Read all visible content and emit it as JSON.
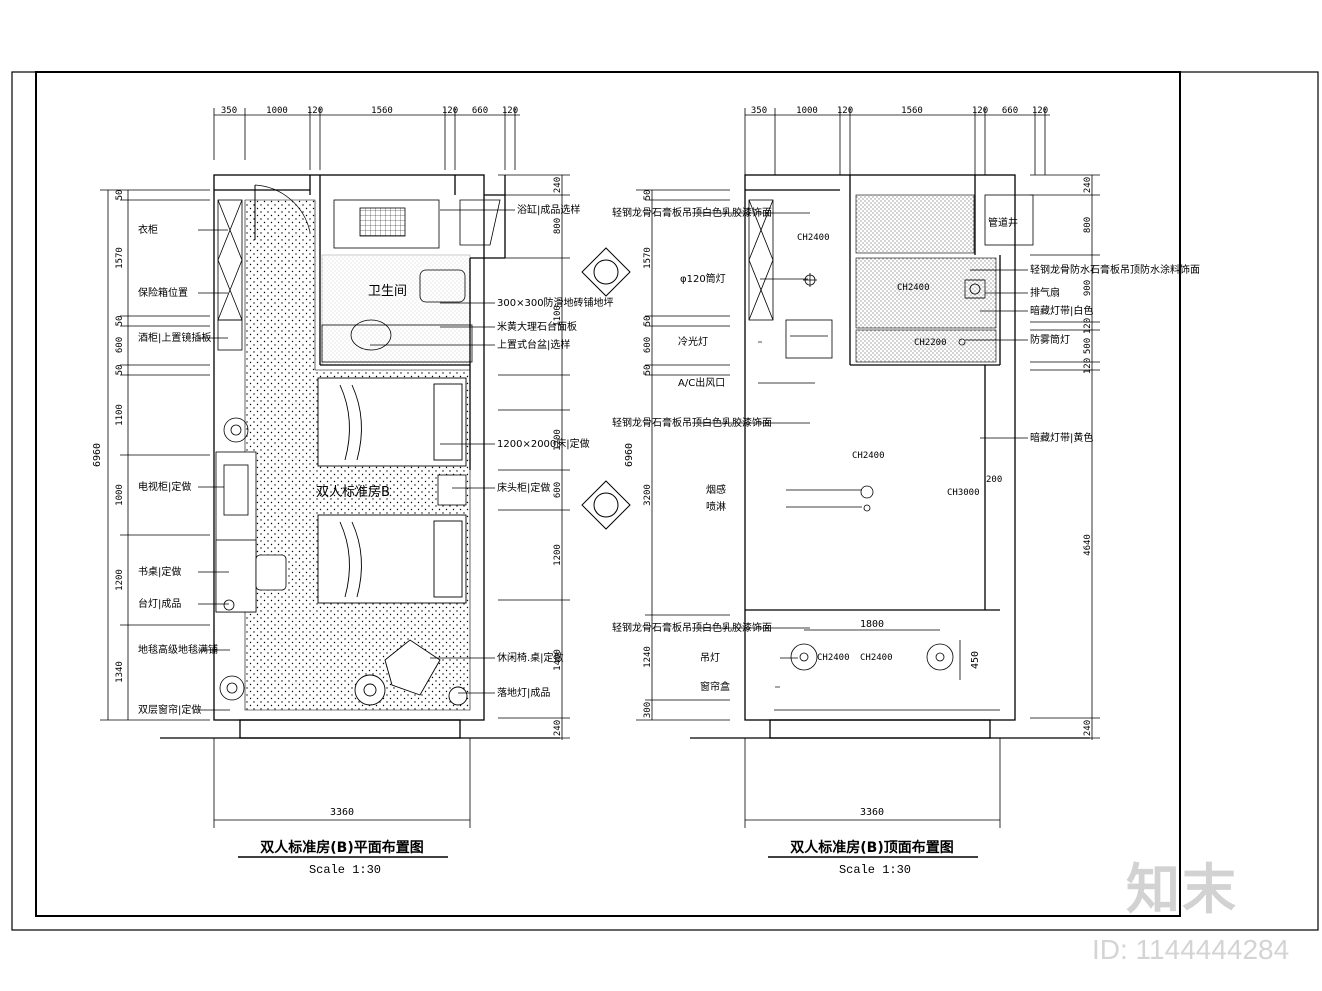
{
  "plan": {
    "title": "双人标准房(B)平面布置图",
    "scale": "Scale  1:30",
    "top_dims": [
      "350",
      "1000",
      "120",
      "1560",
      "120",
      "660",
      "120"
    ],
    "left_dims": [
      "50",
      "1570",
      "50",
      "600",
      "50",
      "1100",
      "1000",
      "1200",
      "1340"
    ],
    "right_dims": [
      "240",
      "800",
      "1100",
      "1200",
      "600",
      "1200",
      "1400",
      "240"
    ],
    "total_height": "6960",
    "bottom_width": "3360",
    "room_labels": [
      "卫生间",
      "双人标准房B"
    ],
    "callouts_left": [
      "衣柜",
      "保险箱位置",
      "酒柜|上置镜插板",
      "电视柜|定做",
      "书桌|定做",
      "台灯|成品",
      "地毯高级地毯满铺",
      "双层窗帘|定做"
    ],
    "callouts_right": [
      "浴缸|成品选样",
      "300×300防滑地砖铺地坪",
      "米黄大理石台面板",
      "上置式台盆|选样",
      "1200×2000床|定做",
      "床头柜|定做",
      "休闲椅.桌|定做",
      "落地灯|成品"
    ]
  },
  "ceiling": {
    "title": "双人标准房(B)顶面布置图",
    "scale": "Scale  1:30",
    "top_dims": [
      "350",
      "1000",
      "120",
      "1560",
      "120",
      "660",
      "120"
    ],
    "left_dims": [
      "50",
      "1570",
      "50",
      "600",
      "50",
      "3200",
      "1240",
      "300"
    ],
    "right_dims": [
      "240",
      "800",
      "900",
      "120",
      "500",
      "120",
      "4640",
      "240"
    ],
    "total_height": "6960",
    "bottom_width": "3360",
    "dim_1800": "1800",
    "dim_450": "450",
    "dim_200": "200",
    "heights": [
      "CH2400",
      "CH2400",
      "CH2200",
      "CH2400",
      "CH3000",
      "CH2400",
      "CH2400"
    ],
    "inner_labels": [
      "管道井"
    ],
    "callouts_left": [
      "轻钢龙骨石膏板吊顶白色乳胶漆饰面",
      "φ120筒灯",
      "冷光灯",
      "A/C出风口",
      "轻钢龙骨石膏板吊顶白色乳胶漆饰面",
      "烟感",
      "喷淋",
      "轻钢龙骨石膏板吊顶白色乳胶漆饰面",
      "吊灯",
      "窗帘盒"
    ],
    "callouts_right": [
      "轻钢龙骨防水石膏板吊顶防水涂料饰面",
      "排气扇",
      "暗藏灯带|白色",
      "防雾筒灯",
      "暗藏灯带|黄色"
    ]
  },
  "watermark": {
    "brand": "知末",
    "id": "ID: 1144444284"
  }
}
